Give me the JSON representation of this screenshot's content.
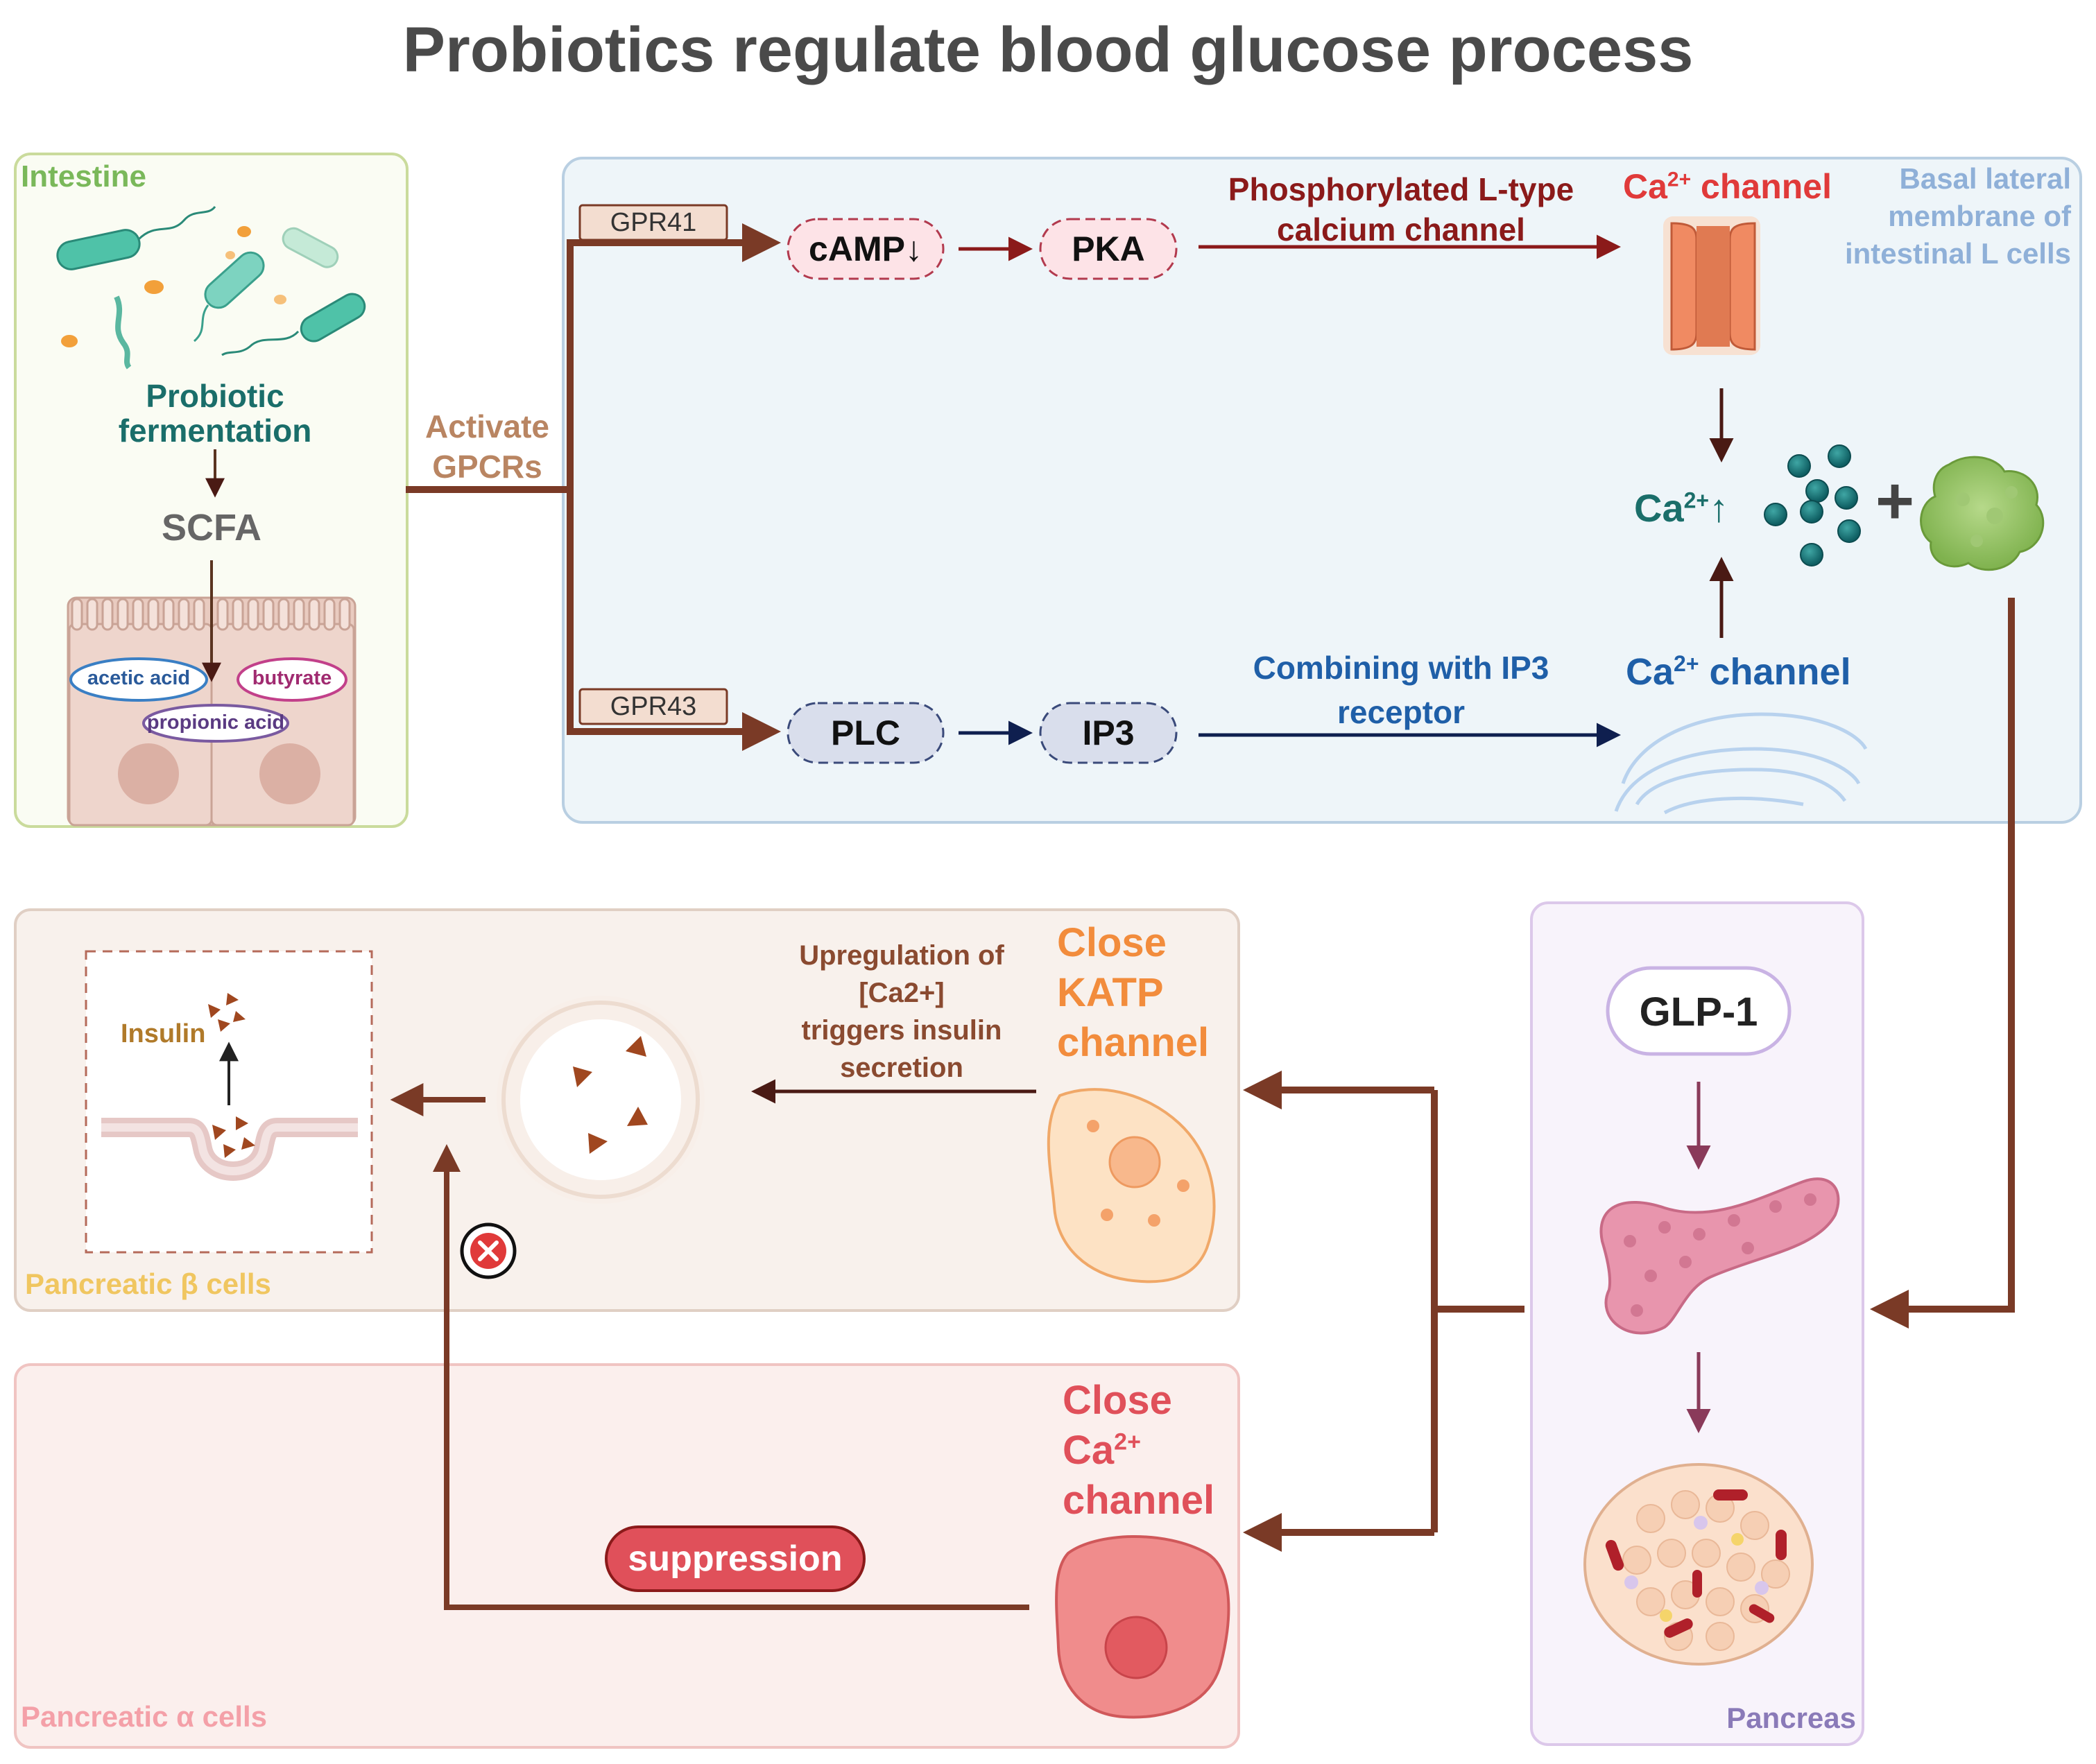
{
  "title": "Probiotics regulate blood glucose process",
  "intestine": {
    "label": "Intestine",
    "fermentation_line1": "Probiotic",
    "fermentation_line2": "fermentation",
    "scfa": "SCFA",
    "acetic": "acetic acid",
    "butyrate": "butyrate",
    "propionic": "propionic acid"
  },
  "activate": {
    "line1": "Activate",
    "line2": "GPCRs"
  },
  "upper": {
    "gpr41": "GPR41",
    "gpr43": "GPR43",
    "camp": "cAMP↓",
    "pka": "PKA",
    "plc": "PLC",
    "ip3": "IP3",
    "phos_line1": "Phosphorylated L-type",
    "phos_line2": "calcium channel",
    "combine_line1": "Combining with IP3",
    "combine_line2": "receptor",
    "ca_channel_top_base": "Ca",
    "ca_channel_top_sup": "2+",
    "ca_channel_top_rest": " channel",
    "ca_channel_bottom_base": "Ca",
    "ca_channel_bottom_sup": "2+",
    "ca_channel_bottom_rest": " channel",
    "ca_up_base": "Ca",
    "ca_up_sup": "2+",
    "ca_up_rest": "↑",
    "plus": "+",
    "basal_line1": "Basal lateral",
    "basal_line2": "membrane of",
    "basal_line3": "intestinal L cells"
  },
  "pancreas": {
    "glp1": "GLP-1",
    "label": "Pancreas"
  },
  "beta": {
    "label": "Pancreatic β cells",
    "insulin": "Insulin",
    "close_line1": "Close",
    "close_line2": "KATP",
    "close_line3": "channel",
    "up_line1": "Upregulation of",
    "up_line2": "[Ca2+]",
    "up_line3": "triggers insulin",
    "up_line4": "secretion"
  },
  "alpha": {
    "label": "Pancreatic α cells",
    "close_line1": "Close",
    "close_base": "Ca",
    "close_sup": "2+",
    "close_line3": "channel",
    "suppression": "suppression"
  },
  "colors": {
    "arrow_brown": "#7a3a26",
    "dark_red": "#8b1a1a",
    "navy": "#0f1f4f",
    "teal": "#1a6e6a",
    "blue_text": "#1f5fa8",
    "orange": "#f28c3c",
    "salmon": "#e0505a"
  }
}
